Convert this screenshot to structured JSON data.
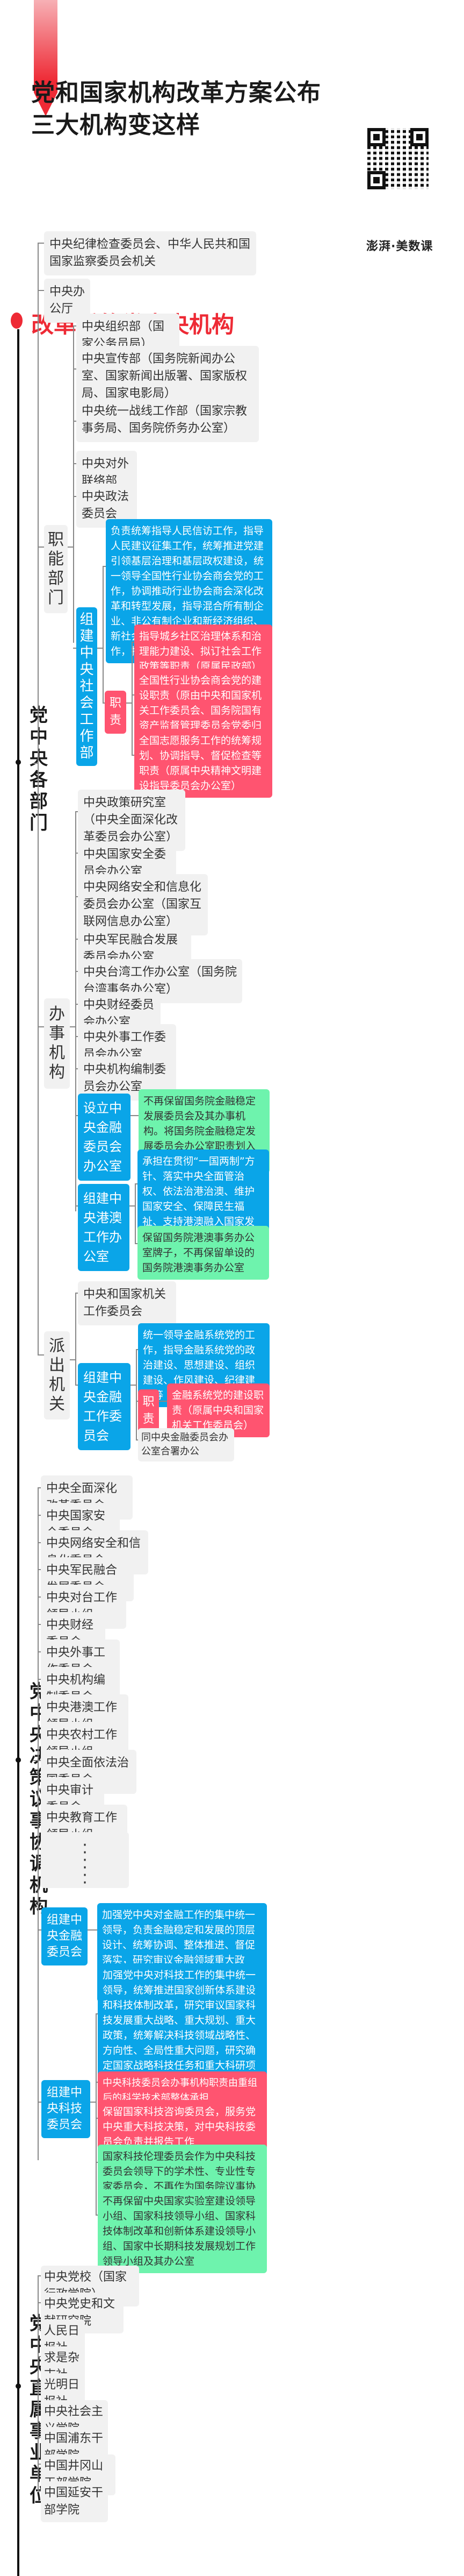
{
  "header": {
    "title_line1": "党和国家机构改革方案公布",
    "title_line2": "三大机构变这样",
    "brand": "澎湃·美数课",
    "qr_icon": "qr-code"
  },
  "colors": {
    "accent": "#ee2a35",
    "new_org": "#0aa5e8",
    "duty": "#ff5470",
    "retained": "#6ef3ad",
    "existing": "#f1f1f1"
  },
  "section": {
    "title": "改革后的党中央机构"
  },
  "cat1": {
    "label": "党中央各部门",
    "top": [
      "中央纪律检查委员会、中华人民共和国国家监察委员会机关",
      "中央办公厅"
    ],
    "functional": {
      "label": "职能部门",
      "items": [
        "中央组织部（国家公务员局）",
        "中央宣传部（国务院新闻办公室、国家新闻出版署、国家版权局、国家电影局）",
        "中央统一战线工作部（国家宗教事务局、国务院侨务办公室）",
        "中央对外联络部",
        "中央政法委员会"
      ],
      "new_social": {
        "label": "组建中央社会工作部",
        "desc": "负责统筹指导人民信访工作，指导人民建议征集工作，统筹推进党建引领基层治理和基层政权建设，统一领导全国性行业协会商会党的工作，协调推动行业协会商会深化改革和转型发展，指导混合所有制企业、非公有制企业和新经济组织、新社会组织、新就业群体党建工作，指导社会工作人才队伍建设等",
        "duty_label": "职责",
        "duties": [
          "指导城乡社区治理体系和治理能力建设、拟订社会工作政策等职责（原属民政部）",
          "全国性行业协会商会党的建设职责（原由中央和国家机关工作委员会、国务院国有资产监督管理委员会党委归口承担）",
          "全国志愿服务工作的统筹规划、协调指导、督促检查等职责（原属中央精神文明建设指导委员会办公室）"
        ]
      }
    },
    "offices": {
      "label": "办事机构",
      "items": [
        "中央政策研究室（中央全面深化改革委员会办公室）",
        "中央国家安全委员会办公室",
        "中央网络安全和信息化委员会办公室（国家互联网信息办公室）",
        "中央军民融合发展委员会办公室",
        "中央台湾工作办公室（国务院台湾事务办公室）",
        "中央财经委员会办公室",
        "中央外事工作委员会办公室",
        "中央机构编制委员会办公室"
      ],
      "finance_office": {
        "label": "设立中央金融委员会办公室",
        "note": "不再保留国务院金融稳定发展委员会及其办事机构。将国务院金融稳定发展委员会办公室职责划入中央金融委员会办公室。"
      },
      "hkmacao_office": {
        "label": "组建中央港澳工作办公室",
        "desc": "承担在贯彻“一国两制”方针、落实中央全面管治权、依法治港治澳、维护国家安全、保障民生福祉、支持港澳融入国家发展大局等方面的调查研究、统筹协调、督促落实职责",
        "note": "保留国务院港澳事务办公室牌子，不再保留单设的国务院港澳事务办公室"
      }
    },
    "dispatched": {
      "label": "派出机关",
      "items": [
        "中央和国家机关工作委员会"
      ],
      "finance_work": {
        "label": "组建中央金融工作委员会",
        "desc": "统一领导金融系统党的工作，指导金融系统党的政治建设、思想建设、组织建设、作风建设、纪律建设等",
        "duty_label": "职责",
        "duty": "金融系统党的建设职责（原属中央和国家机关工作委员会）",
        "note": "同中央金融委员会办公室合署办公"
      }
    }
  },
  "cat2": {
    "label": "党中央决策议事协调机构",
    "items": [
      "中央全面深化改革委员会",
      "中央国家安全委员会",
      "中央网络安全和信息化委员会",
      "中央军民融合发展委员会",
      "中央对台工作领导小组",
      "中央财经委员会",
      "中央外事工作委员会",
      "中央机构编制委员会",
      "中央港澳工作领导小组",
      "中央农村工作领导小组",
      "中央全面依法治国委员会",
      "中央审计委员会",
      "中央教育工作领导小组"
    ],
    "ellipsis": "⋮",
    "finance_commission": {
      "label": "组建中央金融委员会",
      "desc": "加强党中央对金融工作的集中统一领导，负责金融稳定和发展的顶层设计、统筹协调、整体推进、督促落实，研究审议金融领域重大政策、重大问题等，作为党中央决策议事协调机构"
    },
    "tech_commission": {
      "label": "组建中央科技委员会",
      "desc": "加强党中央对科技工作的集中统一领导，统筹推进国家创新体系建设和科技体制改革，研究审议国家科技发展重大战略、重大规划、重大政策，统筹解决科技领域战略性、方向性、全局性重大问题，研究确定国家战略科技任务和重大科研项目，统筹布局国家实验室等战略科技力量，统筹协调军民科技融合发展等，作为党中央决策议事协调机构",
      "duties": [
        "中央科技委员会办事机构职责由重组后的科学技术部整体承担",
        "保留国家科技咨询委员会，服务党中央重大科技决策，对中央科技委员会负责并报告工作"
      ],
      "notes": [
        "国家科技伦理委员会作为中央科技委员会领导下的学术性、专业性专家委员会，不再作为国务院议事协调机构",
        "不再保留中央国家实验室建设领导小组、国家科技领导小组、国家科技体制改革和创新体系建设领导小组、国家中长期科技发展规划工作领导小组及其办公室"
      ]
    }
  },
  "cat3": {
    "label": "党中央直属事业单位",
    "items": [
      "中央党校（国家行政学院）",
      "中央党史和文献研究院",
      "人民日报社",
      "求是杂志社",
      "光明日报社",
      "中央社会主义学院",
      "中国浦东干部学院",
      "中国井冈山干部学院",
      "中国延安干部学院"
    ]
  }
}
